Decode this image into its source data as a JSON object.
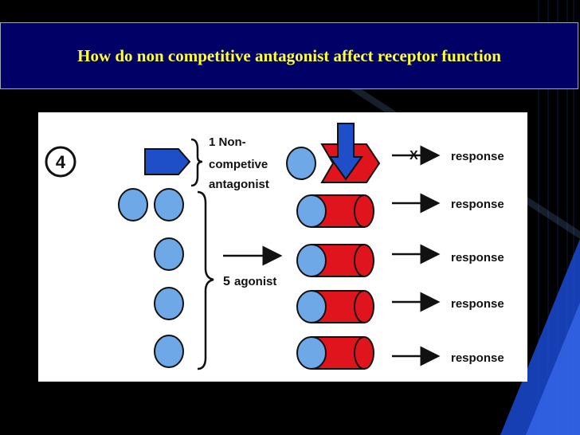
{
  "slide": {
    "title": "How do non competitive antagonist affect receptor function"
  },
  "diagram": {
    "step_number": "4",
    "antagonist_label_lines": [
      "1 Non-",
      "competive",
      "antagonist"
    ],
    "agonist_label_count": "5",
    "agonist_label_word": "agonist",
    "blocked_mark": "X",
    "responses": [
      "response",
      "response",
      "response",
      "response",
      "response"
    ]
  },
  "colors": {
    "background": "#000000",
    "title_bar": "#000066",
    "title_text": "#ffff33",
    "agonist_circle": "#6fa8e6",
    "receptor_red": "#e0141c",
    "antagonist_blue": "#1e4fc8"
  },
  "icons": [
    "step-number-circle-icon",
    "antagonist-pentagon-icon",
    "agonist-circle-icon",
    "receptor-cylinder-icon",
    "arrow-icon"
  ]
}
